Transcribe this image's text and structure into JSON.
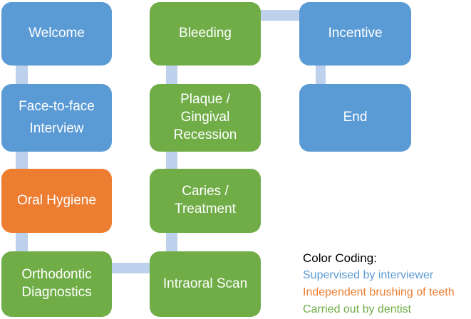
{
  "palette": {
    "blue": "#5B9BD5",
    "orange": "#ED7D31",
    "green": "#70AD47",
    "connector": "#BDD1EC",
    "box_text": "#FFFFFF",
    "legend_title_color": "#000000",
    "background": "#FFFFFF"
  },
  "flow": {
    "boxes": [
      {
        "id": "welcome",
        "label": "Welcome",
        "color": "#5B9BD5"
      },
      {
        "id": "face-to-face-interview",
        "label": "Face-to-face\nInterview",
        "color": "#5B9BD5"
      },
      {
        "id": "oral-hygiene",
        "label": "Oral Hygiene",
        "color": "#ED7D31"
      },
      {
        "id": "orthodontic-diagnostics",
        "label": "Orthodontic\nDiagnostics",
        "color": "#70AD47"
      },
      {
        "id": "bleeding",
        "label": "Bleeding",
        "color": "#70AD47"
      },
      {
        "id": "plaque-gingival-recession",
        "label": "Plaque /\nGingival\nRecession",
        "color": "#70AD47"
      },
      {
        "id": "caries-treatment",
        "label": "Caries /\nTreatment",
        "color": "#70AD47"
      },
      {
        "id": "intraoral-scan",
        "label": "Intraoral Scan",
        "color": "#70AD47"
      },
      {
        "id": "incentive",
        "label": "Incentive",
        "color": "#5B9BD5"
      },
      {
        "id": "end",
        "label": "End",
        "color": "#5B9BD5"
      }
    ]
  },
  "legend": {
    "title": "Color Coding:",
    "items": [
      {
        "label": "Supervised by interviewer",
        "color": "#5B9BD5"
      },
      {
        "label": "Independent brushing of teeth",
        "color": "#ED7D31"
      },
      {
        "label": "Carried out by dentist",
        "color": "#70AD47"
      }
    ]
  }
}
